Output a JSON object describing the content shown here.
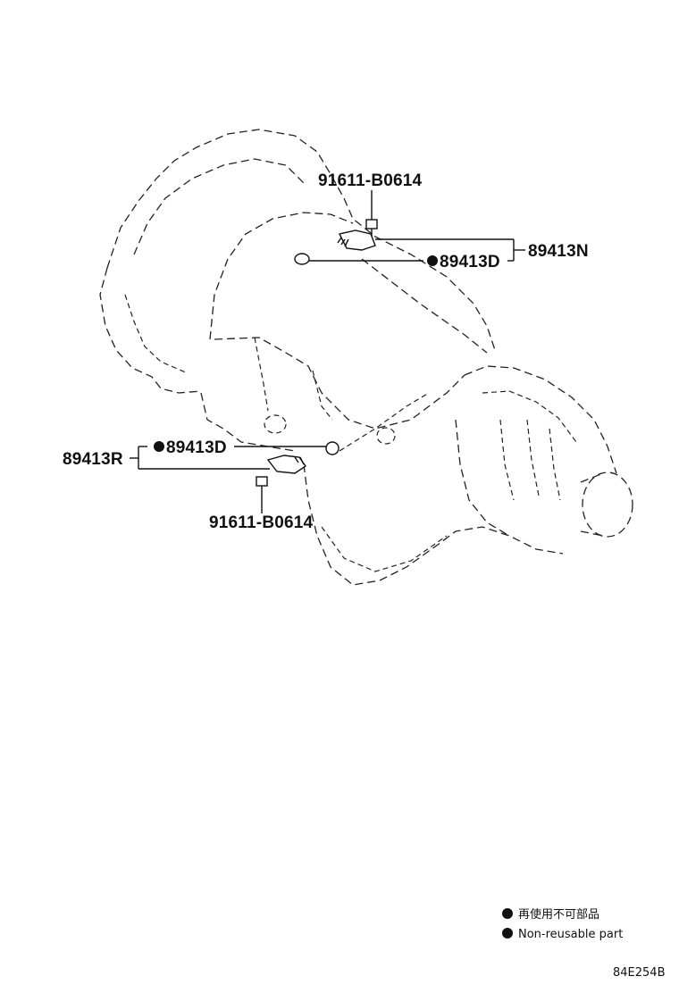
{
  "callouts": {
    "bolt_top": "91611-B0614",
    "sensor_top": "89413N",
    "oring_top": "89413D",
    "sensor_bottom": "89413R",
    "oring_bottom": "89413D",
    "bolt_bottom": "91611-B0614"
  },
  "legend": {
    "line_jp": "再使用不可部品",
    "line_en": "Non-reusable part"
  },
  "diagram_code": "84E254B"
}
